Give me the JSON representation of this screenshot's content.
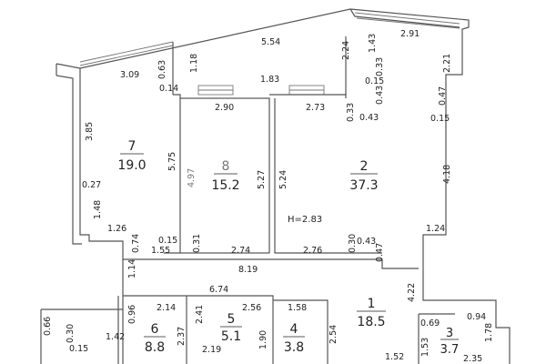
{
  "rooms": {
    "r1": {
      "number": "1",
      "area": "18.5"
    },
    "r2": {
      "number": "2",
      "area": "37.3"
    },
    "r3": {
      "number": "3",
      "area": "3.7"
    },
    "r4": {
      "number": "4",
      "area": "3.8"
    },
    "r5": {
      "number": "5",
      "area": "5.1"
    },
    "r6": {
      "number": "6",
      "area": "8.8"
    },
    "r7": {
      "number": "7",
      "area": "19.0"
    },
    "r8": {
      "number": "8",
      "area": "15.2"
    }
  },
  "ceiling_height": "H=2.83",
  "dims": {
    "d554": "5.54",
    "d291": "2.91",
    "d309": "3.09",
    "d063": "0.63",
    "d014": "0.14",
    "d118": "1.18",
    "d183": "1.83",
    "d224": "2.24",
    "d143": "1.43",
    "d033a": "0.33",
    "d015a": "0.15",
    "d043a": "0.43",
    "d221": "2.21",
    "d047a": "0.47",
    "d015b": "0.15",
    "d290": "2.90",
    "d273": "2.73",
    "d033b": "0.33",
    "d043b": "0.43",
    "d385": "3.85",
    "d575": "5.75",
    "d497": "4.97",
    "d527": "5.27",
    "d524": "5.24",
    "d418": "4.18",
    "d027": "0.27",
    "d148": "1.48",
    "d126": "1.26",
    "d015c": "0.15",
    "d074": "0.74",
    "d155": "1.55",
    "d031": "0.31",
    "d274": "2.74",
    "d276": "2.76",
    "d030": "0.30",
    "d043c": "0.43",
    "d047b": "0.47",
    "d124": "1.24",
    "d114": "1.14",
    "d819": "8.19",
    "d674": "6.74",
    "d422": "4.22",
    "d096": "0.96",
    "d214": "2.14",
    "d241": "2.41",
    "d256": "2.56",
    "d158": "1.58",
    "d094": "0.94",
    "d069": "0.69",
    "d178": "1.78",
    "d066": "0.66",
    "d030b": "0.30",
    "d142": "1.42",
    "d237": "2.37",
    "d219": "2.19",
    "d190": "1.90",
    "d254": "2.54",
    "d015d": "0.15",
    "d152": "1.52",
    "d153": "1.53",
    "d235": "2.35"
  }
}
